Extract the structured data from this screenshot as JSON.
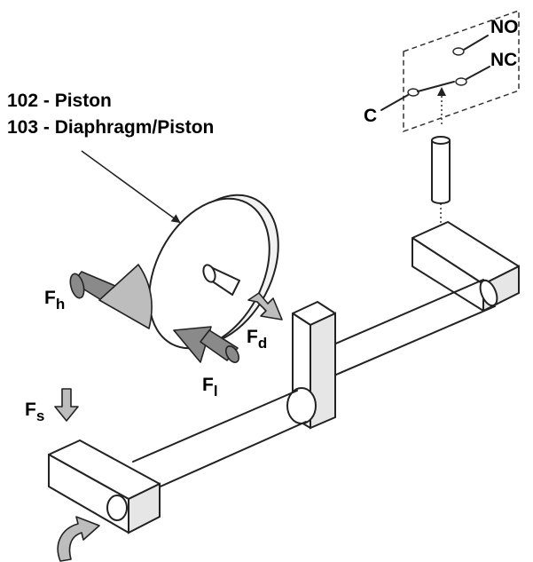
{
  "labels": {
    "piston": "102 - Piston",
    "diaphragm_piston": "103 - Diaphragm/Piston",
    "normally_open": "NO",
    "normally_closed": "NC",
    "common": "C",
    "force_h_base": "F",
    "force_h_sub": "h",
    "force_d_base": "F",
    "force_d_sub": "d",
    "force_l_base": "F",
    "force_l_sub": "l",
    "force_s_base": "F",
    "force_s_sub": "s"
  },
  "icons": [
    "rotation-arrow-icon",
    "force-arrow-icon"
  ]
}
